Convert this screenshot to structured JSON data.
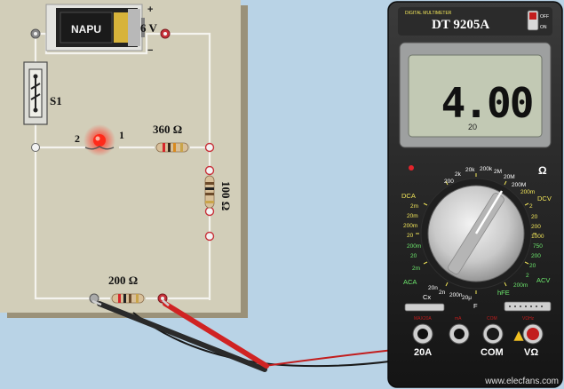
{
  "battery": {
    "voltage_label": "6 V",
    "brand": "NAPU",
    "polarity_plus": "+",
    "polarity_minus": "−"
  },
  "switch": {
    "label": "S1"
  },
  "lamp": {
    "left_terminal": "2",
    "right_terminal": "1"
  },
  "resistors": [
    {
      "label": "360 Ω"
    },
    {
      "label": "100 Ω"
    },
    {
      "label": "200 Ω"
    }
  ],
  "meter": {
    "brand_small": "DIGITAL MULTIMETER",
    "model": "DT 9205A",
    "power_off": "OFF",
    "power_on": "ON",
    "reading": "4.00",
    "range_hint": "20",
    "ohm_symbol": "Ω",
    "dial": {
      "top_ohm": [
        "200",
        "2k",
        "20k",
        "200k",
        "2M",
        "20M",
        "200M"
      ],
      "left_dca": [
        "DCA",
        "2m",
        "20m",
        "200m",
        "20"
      ],
      "left_aca": [
        "ACA",
        "200m",
        "20",
        "2m"
      ],
      "right_dcv": [
        "DCV",
        "200m",
        "2",
        "20",
        "200",
        "1000"
      ],
      "right_acv": [
        "750",
        "200",
        "20",
        "2",
        "200m",
        "ACV"
      ],
      "bottom": [
        "Cx",
        "20n",
        "2n",
        "200n",
        "20μ",
        "hFE",
        "F"
      ]
    },
    "ports": {
      "amp": "20A",
      "com": "COM",
      "volt_ohm": "VΩ"
    },
    "port_labels_small": [
      "MAX20A",
      "mA",
      "COM",
      "VΩHz"
    ]
  },
  "watermark": "www.elecfans.com"
}
